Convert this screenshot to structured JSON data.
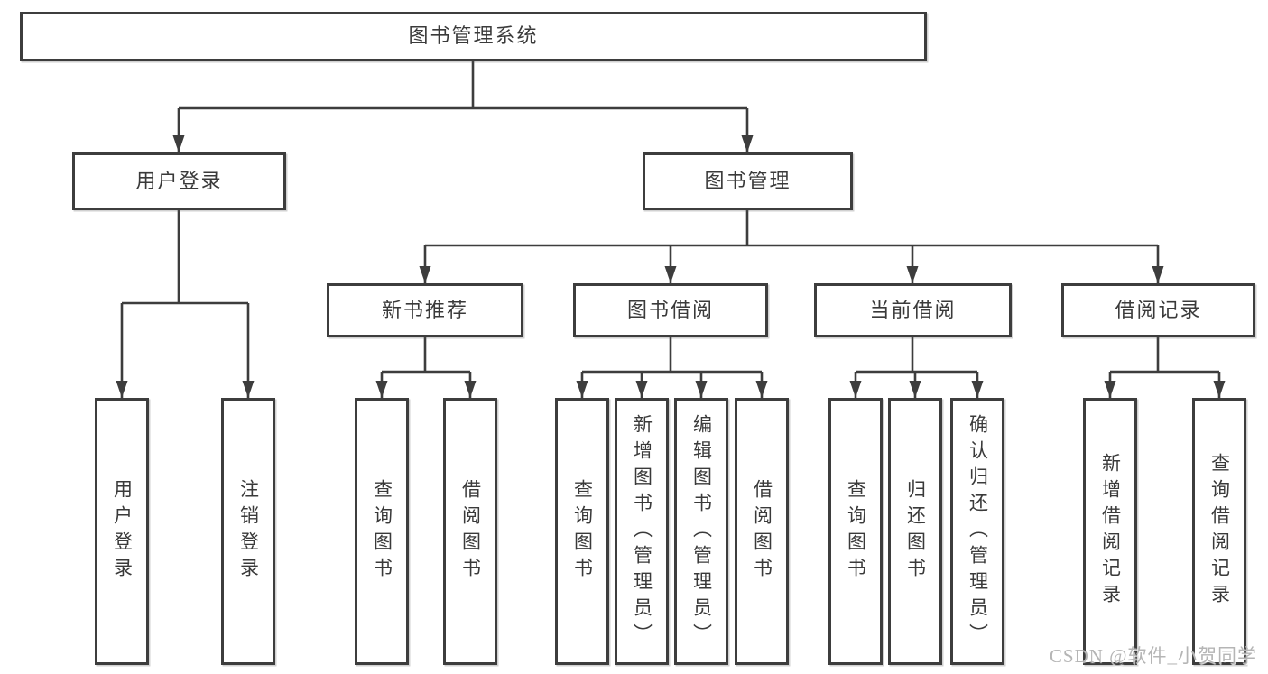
{
  "diagram": {
    "root": {
      "label": "图书管理系统"
    },
    "level2": [
      {
        "label": "用户登录"
      },
      {
        "label": "图书管理"
      }
    ],
    "level3": [
      {
        "label": "新书推荐"
      },
      {
        "label": "图书借阅"
      },
      {
        "label": "当前借阅"
      },
      {
        "label": "借阅记录"
      }
    ],
    "leaves": {
      "user_login": [
        {
          "label": "用户登录"
        },
        {
          "label": "注销登录"
        }
      ],
      "new_book_recommend": [
        {
          "label": "查询图书"
        },
        {
          "label": "借阅图书"
        }
      ],
      "book_borrow": [
        {
          "label": "查询图书"
        },
        {
          "label": "新增图书（管理员）"
        },
        {
          "label": "编辑图书（管理员）"
        },
        {
          "label": "借阅图书"
        }
      ],
      "current_borrow": [
        {
          "label": "查询图书"
        },
        {
          "label": "归还图书"
        },
        {
          "label": "确认归还（管理员）"
        }
      ],
      "borrow_records": [
        {
          "label": "新增借阅记录"
        },
        {
          "label": "查询借阅记录"
        }
      ]
    }
  },
  "watermark": {
    "text": "CSDN @软件_小贺同学"
  },
  "colors": {
    "line": "#3d3d3d",
    "text": "#3a3a3a",
    "background": "#ffffff",
    "watermark": "#b5b5b5"
  }
}
